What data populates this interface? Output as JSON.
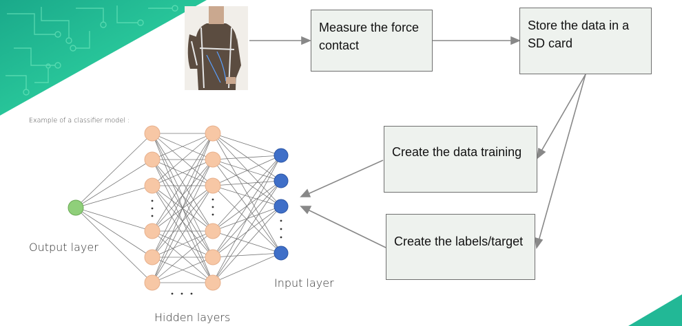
{
  "steps": {
    "measure": "Measure the force contact",
    "store": "Store the data in a SD card",
    "train": "Create the data training",
    "labels": "Create the labels/target"
  },
  "network": {
    "caption": "Example of a classifier model :",
    "output_label": "Output layer",
    "hidden_label": "Hidden layers",
    "input_label": "Input layer"
  },
  "colors": {
    "accent_green": "#2fd39a",
    "output_node": "#8fcf7a",
    "hidden_node": "#f7c7a5",
    "input_node": "#3f6fc8",
    "box_fill": "#eef2ee"
  },
  "icons": {
    "photo": "person-with-sensors-photo"
  }
}
